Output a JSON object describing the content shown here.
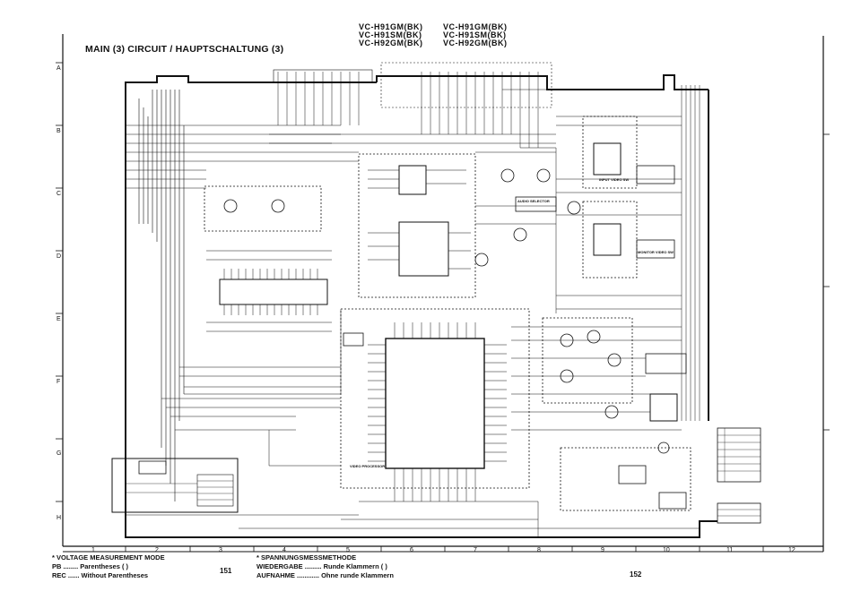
{
  "header": {
    "models_left": [
      "VC-H91GM(BK)",
      "VC-H91SM(BK)",
      "VC-H92GM(BK)"
    ],
    "models_right": [
      "VC-H91GM(BK)",
      "VC-H91SM(BK)",
      "VC-H92GM(BK)"
    ],
    "title": "MAIN (3) CIRCUIT / HAUPTSCHALTUNG (3)"
  },
  "grid": {
    "rows": [
      "A",
      "B",
      "C",
      "D",
      "E",
      "F",
      "G",
      "H"
    ],
    "columns": [
      "1",
      "2",
      "3",
      "4",
      "5",
      "6",
      "7",
      "8",
      "9",
      "10",
      "11",
      "12"
    ]
  },
  "blocks": {
    "audio_selector": "AUDIO SELECTOR",
    "input_video_sw": "INPUT VIDEO SW",
    "monitor_video_sw": "MONITOR VIDEO SW",
    "video_processor": "VIDEO PROCESSOR"
  },
  "footer": {
    "voltage_title": "VOLTAGE MEASUREMENT MODE",
    "pb": "PB ........ Parentheses (   )",
    "rec": "REC ...... Without Parentheses",
    "spannung_title": "SPANNUNGSMESSMETHODE",
    "wiedergabe": "WIEDERGABE ......... Runde Klammern (   )",
    "aufnahme": "AUFNAHME ............ Ohne runde Klammern",
    "page_left": "151",
    "page_right": "152"
  }
}
